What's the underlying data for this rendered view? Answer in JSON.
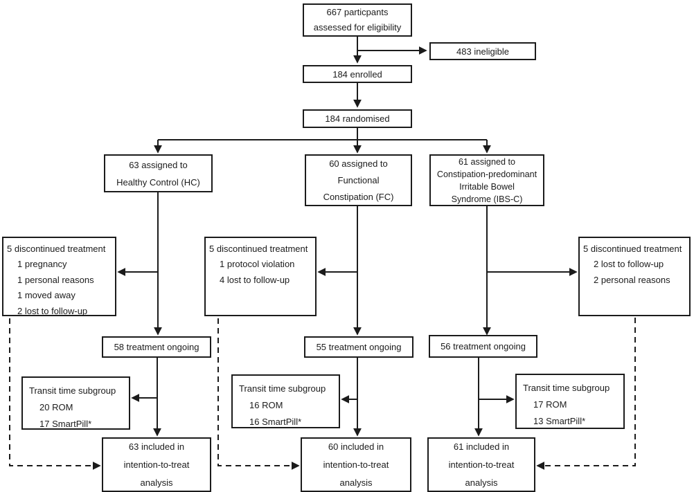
{
  "figure": {
    "type": "consort-flow-diagram",
    "colors": {
      "line": "#1b1b1b",
      "background": "#ffffff",
      "text": "#1b1b1b"
    },
    "nodes": {
      "assessed": {
        "line1": "667 particpants",
        "line2": "assessed for eligibility"
      },
      "ineligible": {
        "line1": "483 ineligible"
      },
      "enrolled": {
        "line1": "184 enrolled"
      },
      "randomised": {
        "line1": "184 randomised"
      },
      "arm_hc": {
        "line1": "63 assigned to",
        "line2": "Healthy Control (HC)"
      },
      "arm_fc": {
        "line1": "60 assigned to",
        "line2": "Functional",
        "line3": "Constipation (FC)"
      },
      "arm_ibsc": {
        "line1": "61 assigned to",
        "line2": "Constipation-predominant",
        "line3": "Irritable Bowel",
        "line4": "Syndrome (IBS-C)"
      },
      "disc_hc": {
        "line1": "5 discontinued treatment",
        "items": [
          "1 pregnancy",
          "1 personal reasons",
          "1 moved away",
          "2 lost to follow-up"
        ]
      },
      "disc_fc": {
        "line1": "5 discontinued treatment",
        "items": [
          "1 protocol violation",
          "4 lost to follow-up"
        ]
      },
      "disc_ibsc": {
        "line1": "5 discontinued treatment",
        "items": [
          "2 lost to follow-up",
          "2 personal reasons"
        ]
      },
      "ongoing_hc": {
        "line1": "58 treatment ongoing"
      },
      "ongoing_fc": {
        "line1": "55 treatment ongoing"
      },
      "ongoing_ibsc": {
        "line1": "56 treatment ongoing"
      },
      "transit_hc": {
        "line1": "Transit time subgroup",
        "items": [
          "20 ROM",
          "17 SmartPill*"
        ]
      },
      "transit_fc": {
        "line1": "Transit time subgroup",
        "items": [
          "16 ROM",
          "16 SmartPill*"
        ]
      },
      "transit_ibsc": {
        "line1": "Transit time subgroup",
        "items": [
          "17 ROM",
          "13 SmartPill*"
        ]
      },
      "itt_hc": {
        "line1": "63 included in",
        "line2": "intention-to-treat",
        "line3": "analysis"
      },
      "itt_fc": {
        "line1": "60 included in",
        "line2": "intention-to-treat",
        "line3": "analysis"
      },
      "itt_ibsc": {
        "line1": "61 included in",
        "line2": "intention-to-treat",
        "line3": "analysis"
      }
    }
  }
}
